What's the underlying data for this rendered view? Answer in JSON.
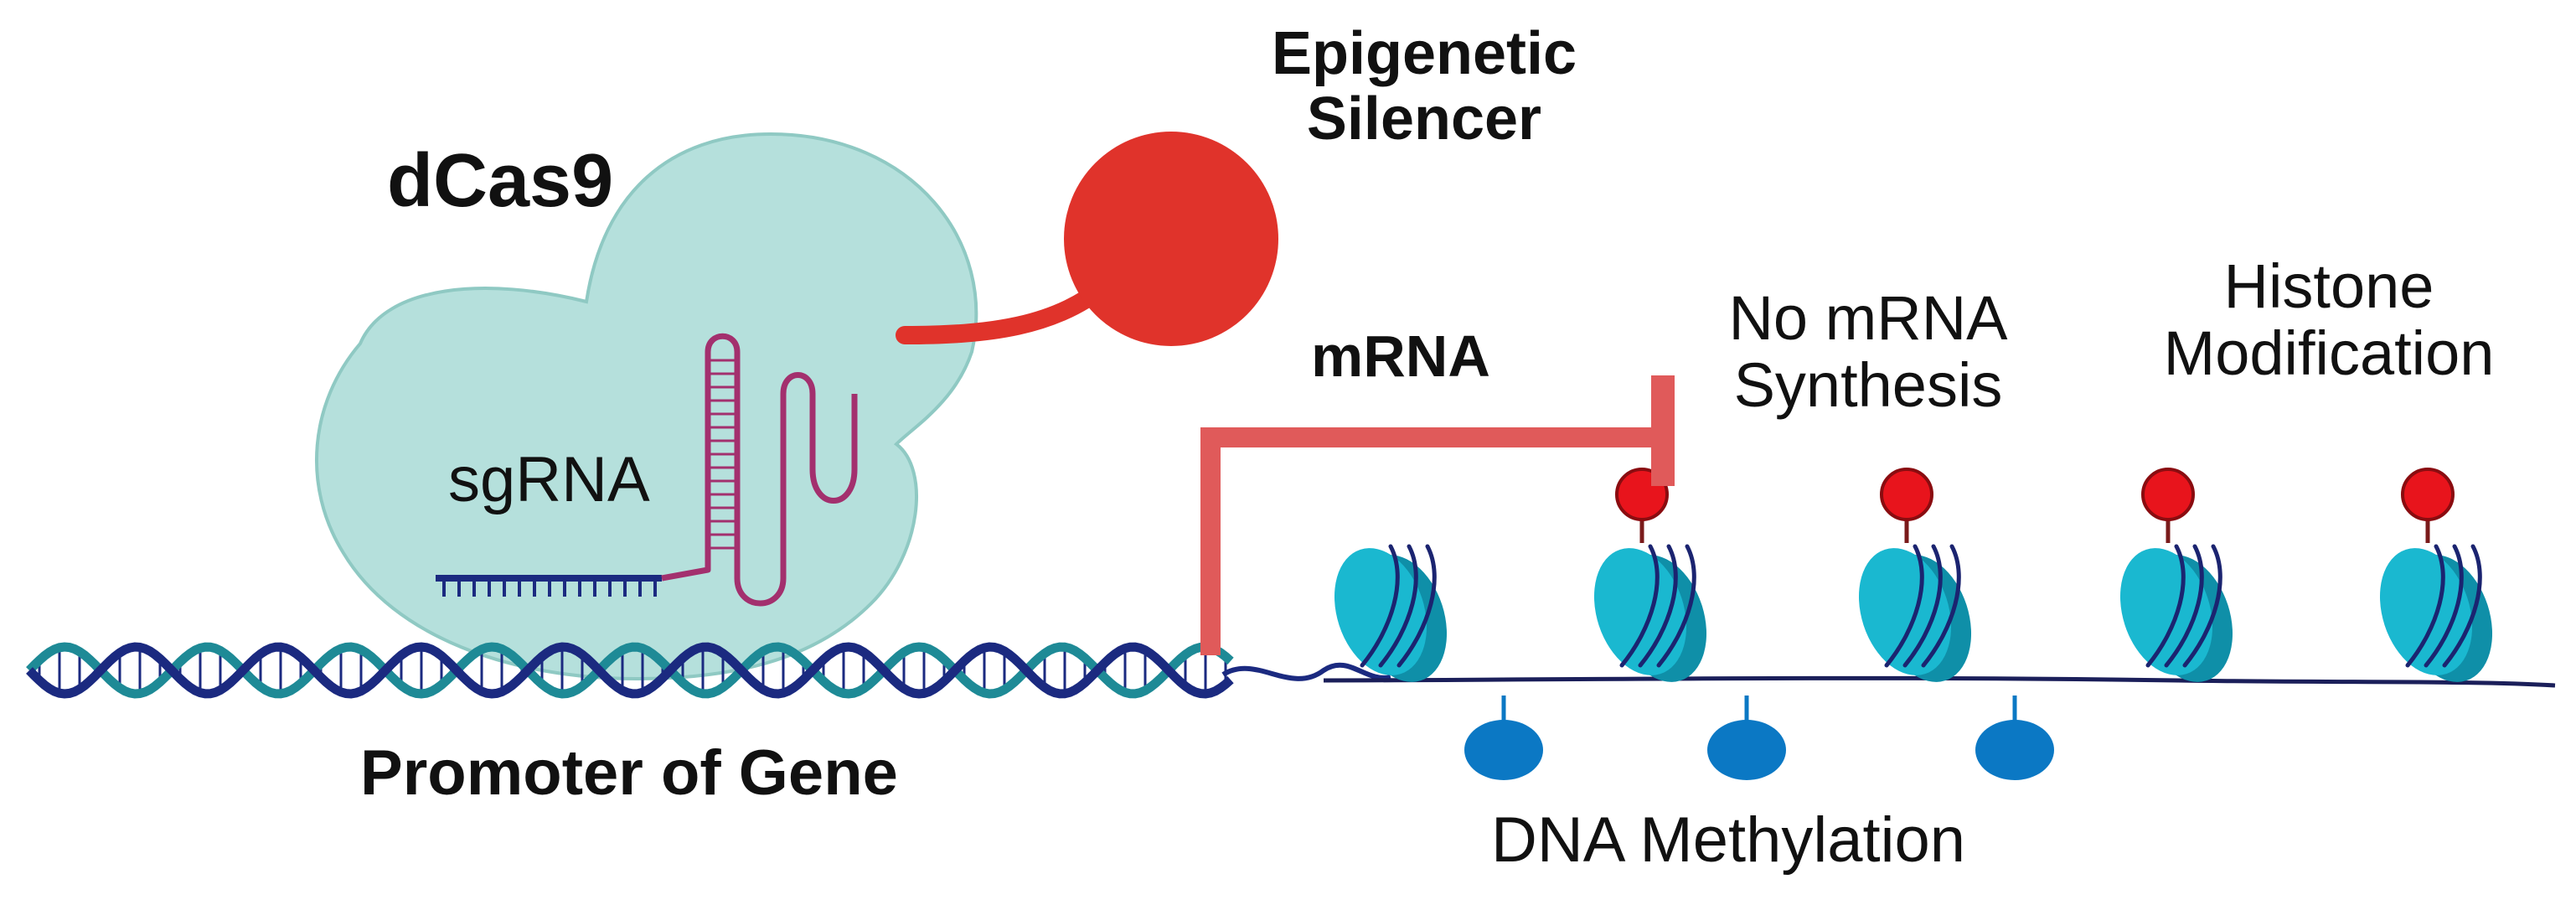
{
  "labels": {
    "dcas9": "dCas9",
    "silencer_line1": "Epigenetic",
    "silencer_line2": "Silencer",
    "sgrna": "sgRNA",
    "mrna": "mRNA",
    "no_synthesis_line1": "No mRNA",
    "no_synthesis_line2": "Synthesis",
    "histone_line1": "Histone",
    "histone_line2": "Modification",
    "promoter": "Promoter of Gene",
    "methylation": "DNA Methylation"
  },
  "colors": {
    "dcas9_body": "#b5e0dc",
    "dcas9_outline": "#8fc9c3",
    "silencer": "#e0332b",
    "inhibition_arrow": "#e05a5a",
    "sgrna_strand": "#a3306e",
    "dna_strand_dark": "#1b2a80",
    "dna_strand_teal": "#1e8a96",
    "nucleosome": "#1ab8d0",
    "nucleosome_coil": "#1b2470",
    "histone_mark": "#e8141c",
    "methyl_group": "#0b78c4",
    "linker_dna": "#1b1f5a"
  },
  "nucleosomes": {
    "count": 5,
    "histone_marked": [
      false,
      true,
      true,
      true,
      true
    ]
  },
  "methyl_groups": {
    "count": 3
  }
}
